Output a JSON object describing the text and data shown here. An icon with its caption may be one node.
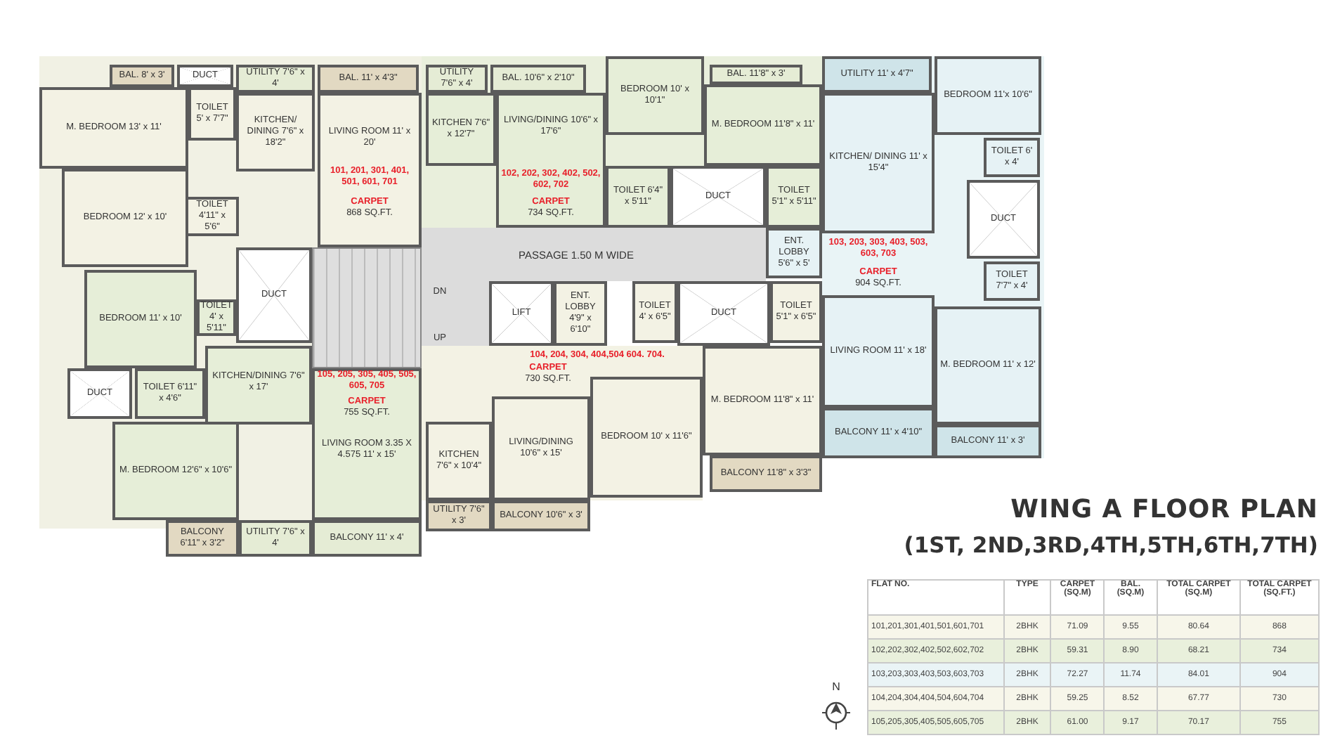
{
  "diagram": {
    "title": "WING A FLOOR PLAN",
    "nodes": [
      {
        "text": [
          "BAL. 8' x 3'"
        ]
      },
      {
        "text": [
          "DUCT"
        ]
      },
      {
        "text": [
          "UTILITY 7'6\" x 4'"
        ]
      },
      {
        "text": [
          "BAL. 11' x 4'3\""
        ]
      },
      {
        "text": [
          "UTILITY 7'6\" x 4'"
        ]
      },
      {
        "text": [
          "BAL. 10'6\" x 2'10\""
        ]
      },
      {
        "text": [
          "BAL. 11'8\" x 3'"
        ]
      },
      {
        "text": [
          "UTILITY 11' x 4'7\""
        ]
      },
      {
        "text": [
          "BEDROOM 11'x 10'6\""
        ]
      },
      {
        "text": [
          "M. BEDROOM 13' x 11'"
        ]
      },
      {
        "text": [
          "TOILET 5' x 7'7\""
        ]
      },
      {
        "text": [
          "KITCHEN/ DINING 7'6\" x 18'2\""
        ]
      },
      {
        "text": [
          "LIVING ROOM 11' x 20'"
        ]
      },
      {
        "text": [
          "BEDROOM 12' x 10'"
        ]
      },
      {
        "text": [
          "TOILET 4'11\" x 5'6\""
        ]
      },
      {
        "text": [
          "DUCT"
        ]
      },
      {
        "text": [
          "BEDROOM 11' x 10'"
        ]
      },
      {
        "text": [
          "TOILET 4' x 5'11\""
        ]
      },
      {
        "text": [
          "DUCT"
        ]
      },
      {
        "text": [
          "TOILET 6'11\" x 4'6\""
        ]
      },
      {
        "text": [
          "KITCHEN/DINING 7'6\" x 17'"
        ]
      },
      {
        "text": [
          "M. BEDROOM 12'6\" x 10'6\""
        ]
      },
      {
        "text": [
          "LIVING ROOM 3.35 X 4.575 11' x 15'"
        ]
      },
      {
        "text": [
          "BALCONY 6'11\" x 3'2\""
        ]
      },
      {
        "text": [
          "UTILITY 7'6\" x 4'"
        ]
      },
      {
        "text": [
          "BALCONY 11' x 4'"
        ]
      },
      {
        "text": [
          "KITCHEN 7'6\" x 12'7\""
        ]
      },
      {
        "text": [
          "LIVING/DINING 10'6\" x 17'6\""
        ]
      },
      {
        "text": [
          "BEDROOM 10' x 10'1\""
        ]
      },
      {
        "text": [
          "M. BEDROOM 11'8\" x 11'"
        ]
      },
      {
        "text": [
          "TOILET 6'4\" x 5'11\""
        ]
      },
      {
        "text": [
          "DUCT"
        ]
      },
      {
        "text": [
          "TOILET 5'1\" x 5'11\""
        ]
      },
      {
        "text": [
          "ENT. LOBBY 5'6\" x 5'"
        ]
      },
      {
        "text": [
          "LIFT"
        ]
      },
      {
        "text": [
          "ENT. LOBBY 4'9\" x 6'10\""
        ]
      },
      {
        "text": [
          "TOILET 4' x 6'5\""
        ]
      },
      {
        "text": [
          "DUCT"
        ]
      },
      {
        "text": [
          "TOILET 5'1\" x 6'5\""
        ]
      },
      {
        "text": [
          "KITCHEN/ DINING 11' x 15'4\""
        ]
      },
      {
        "text": [
          "TOILET 6' x 4'"
        ]
      },
      {
        "text": [
          "DUCT"
        ]
      },
      {
        "text": [
          "TOILET 7'7\" x 4'"
        ]
      },
      {
        "text": [
          "LIVING ROOM 11' x 18'"
        ]
      },
      {
        "text": [
          "M. BEDROOM 11' x 12'"
        ]
      },
      {
        "text": [
          "BALCONY 11' x 4'10\""
        ]
      },
      {
        "text": [
          "BALCONY 11' x 3'"
        ]
      },
      {
        "text": [
          "LIVING/DINING 10'6\" x 15'"
        ]
      },
      {
        "text": [
          "KITCHEN 7'6\" x 10'4\""
        ]
      },
      {
        "text": [
          "UTILITY 7'6\" x 3'"
        ]
      },
      {
        "text": [
          "BALCONY 10'6\" x 3'"
        ]
      },
      {
        "text": [
          "BEDROOM 10' x 11'6\""
        ]
      },
      {
        "text": [
          "M. BEDROOM 11'8\" x 11'"
        ]
      },
      {
        "text": [
          "BALCONY 11'8\" x 3'3\""
        ]
      }
    ],
    "labels": [
      "101, 201, 301, 401, 501, 601, 701",
      "CARPET",
      "868 SQ.FT.",
      "102, 202, 302, 402, 502, 602, 702",
      "CARPET",
      "734 SQ.FT.",
      "PASSAGE 1.50 M WIDE",
      "DN",
      "UP",
      "103, 203, 303, 403, 503, 603, 703",
      "CARPET",
      "904 SQ.FT.",
      "104, 204, 304, 404,504 604. 704.",
      "CARPET",
      "730 SQ.FT.",
      "105, 205, 305, 405, 505, 605, 705",
      "CARPET",
      "755 SQ.FT.",
      "(1ST, 2ND,3RD,4TH,5TH,6TH,7TH)",
      "FLAT NO.",
      "TYPE",
      "CARPET (SQ.M)",
      "BAL. (SQ.M)",
      "TOTAL CARPET (SQ.M)",
      "TOTAL CARPET (SQ.FT.)",
      "101,201,301,401,501,601,701",
      "2BHK",
      "71.09",
      "9.55",
      "80.64",
      "868",
      "102,202,302,402,502,602,702",
      "2BHK",
      "59.31",
      "8.90",
      "68.21",
      "734",
      "103,203,303,403,503,603,703",
      "2BHK",
      "72.27",
      "11.74",
      "84.01",
      "904",
      "104,204,304,404,504,604,704",
      "2BHK",
      "59.25",
      "8.52",
      "67.77",
      "730",
      "105,205,305,405,505,605,705",
      "2BHK",
      "61.00",
      "9.17",
      "70.17",
      "755",
      "N"
    ]
  }
}
